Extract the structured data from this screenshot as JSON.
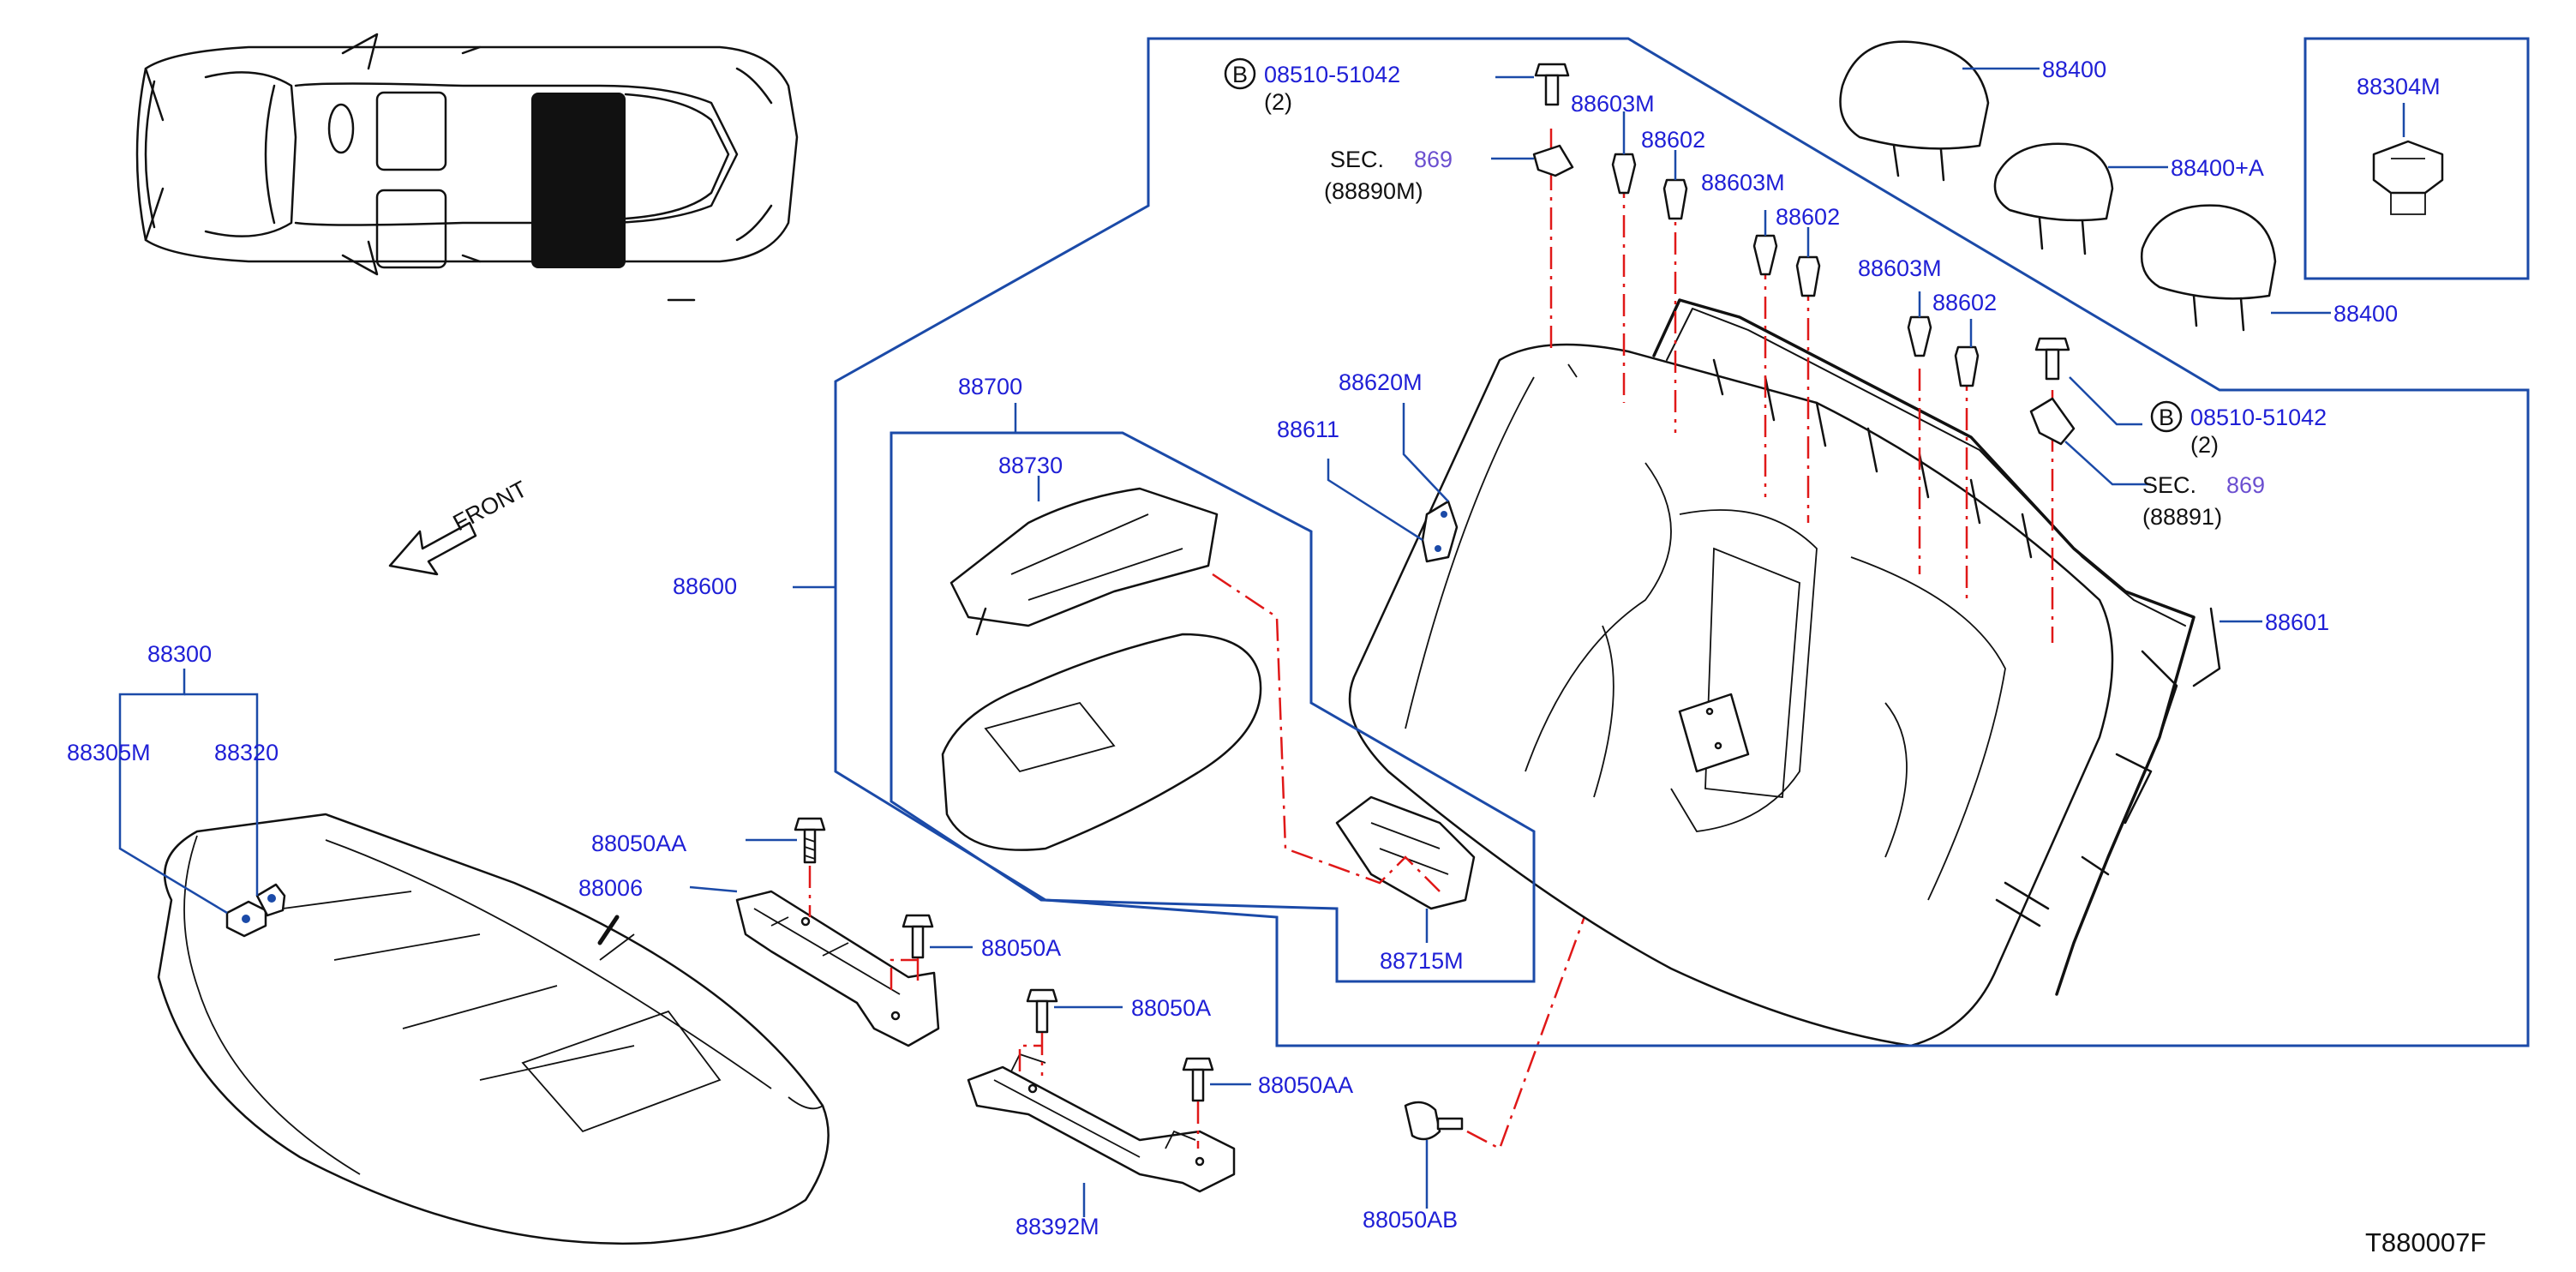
{
  "colors": {
    "label": "#1f1fd6",
    "leader": "#1b4aa8",
    "sec": "#6b4fd0",
    "guide": "#e01818",
    "outline": "#111111"
  },
  "orientation": {
    "front_label": "FRONT",
    "icon": "front-arrow-icon"
  },
  "ref_code": "T880007F",
  "callout_b": {
    "badge": "B",
    "top": {
      "part": "08510-51042",
      "qty": "(2)"
    },
    "right": {
      "part": "08510-51042",
      "qty": "(2)"
    }
  },
  "sec_left": {
    "prefix": "SEC.",
    "num": "869",
    "sub": "(88890M)"
  },
  "sec_right": {
    "prefix": "SEC.",
    "num": "869",
    "sub": "(88891)"
  },
  "parts": {
    "p88400_top": "88400",
    "p88400_mid": "88400+A",
    "p88400_low": "88400",
    "p88304m": "88304M",
    "p88603m_a": "88603M",
    "p88602_a": "88602",
    "p88603m_b": "88603M",
    "p88602_b": "88602",
    "p88603m_c": "88603M",
    "p88602_c": "88602",
    "p88620m": "88620M",
    "p88611": "88611",
    "p88700": "88700",
    "p88730": "88730",
    "p88600": "88600",
    "p88601": "88601",
    "p88715m": "88715M",
    "p88300": "88300",
    "p88305m": "88305M",
    "p88320": "88320",
    "p88050aa_a": "88050AA",
    "p88006": "88006",
    "p88050a_a": "88050A",
    "p88050a_b": "88050A",
    "p88050aa_b": "88050AA",
    "p88392m": "88392M",
    "p88050ab": "88050AB"
  }
}
